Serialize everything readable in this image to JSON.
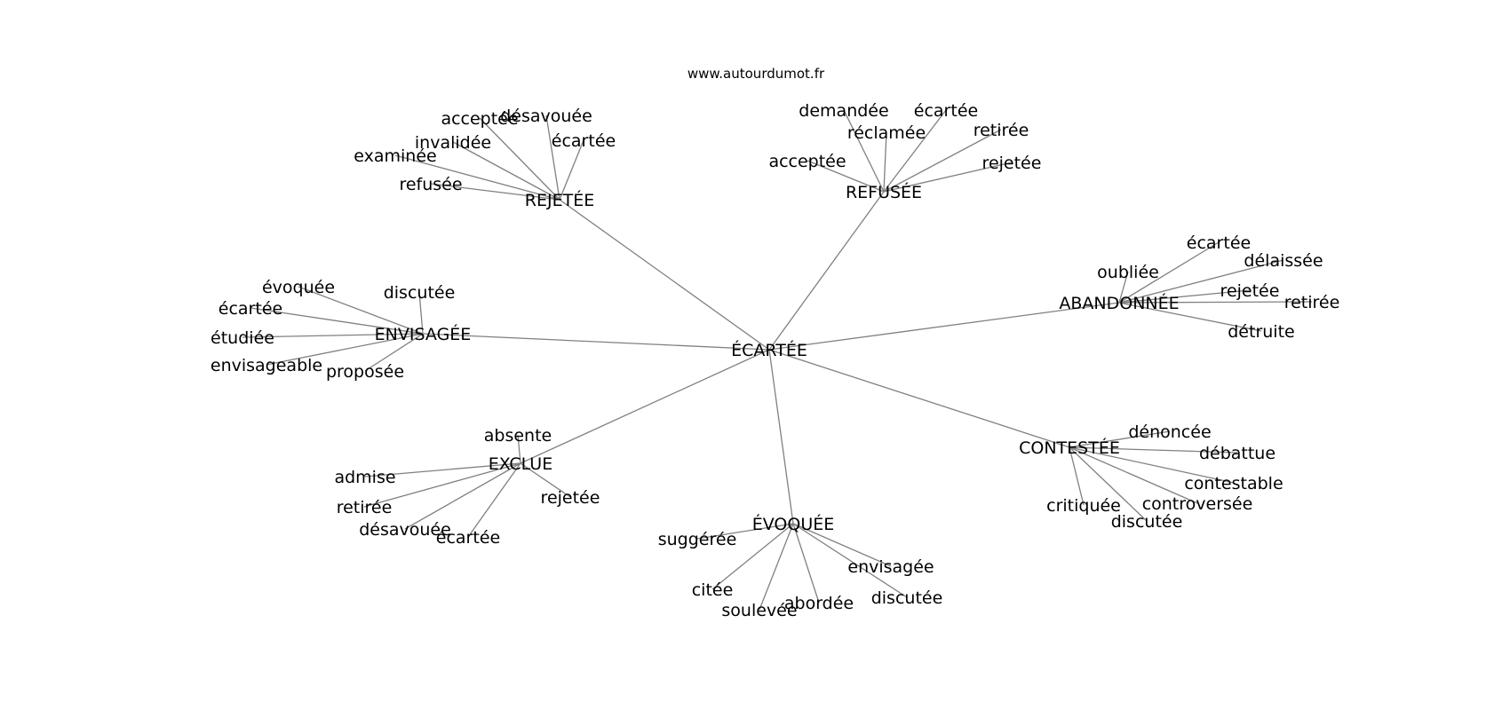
{
  "source": "www.autourdumot.fr",
  "center": "ÉCARTÉE",
  "hubs": [
    {
      "label": "REJETÉE",
      "leaves": [
        "acceptée",
        "désavouée",
        "invalidée",
        "écartée",
        "examinée",
        "refusée"
      ]
    },
    {
      "label": "REFUSÉE",
      "leaves": [
        "demandée",
        "écartée",
        "réclamée",
        "retirée",
        "acceptée",
        "rejetée"
      ]
    },
    {
      "label": "ABANDONNÉE",
      "leaves": [
        "écartée",
        "oubliée",
        "délaissée",
        "rejetée",
        "retirée",
        "détruite"
      ]
    },
    {
      "label": "ENVISAGÉE",
      "leaves": [
        "évoquée",
        "discutée",
        "écartée",
        "étudiée",
        "envisageable",
        "proposée"
      ]
    },
    {
      "label": "EXCLUE",
      "leaves": [
        "absente",
        "admise",
        "rejetée",
        "retirée",
        "désavouée",
        "écartée"
      ]
    },
    {
      "label": "ÉVOQUÉE",
      "leaves": [
        "suggérée",
        "envisagée",
        "citée",
        "discutée",
        "abordée",
        "soulevée"
      ]
    },
    {
      "label": "CONTESTÉE",
      "leaves": [
        "dénoncée",
        "débattue",
        "contestable",
        "controversée",
        "critiquée",
        "discutée"
      ]
    }
  ]
}
